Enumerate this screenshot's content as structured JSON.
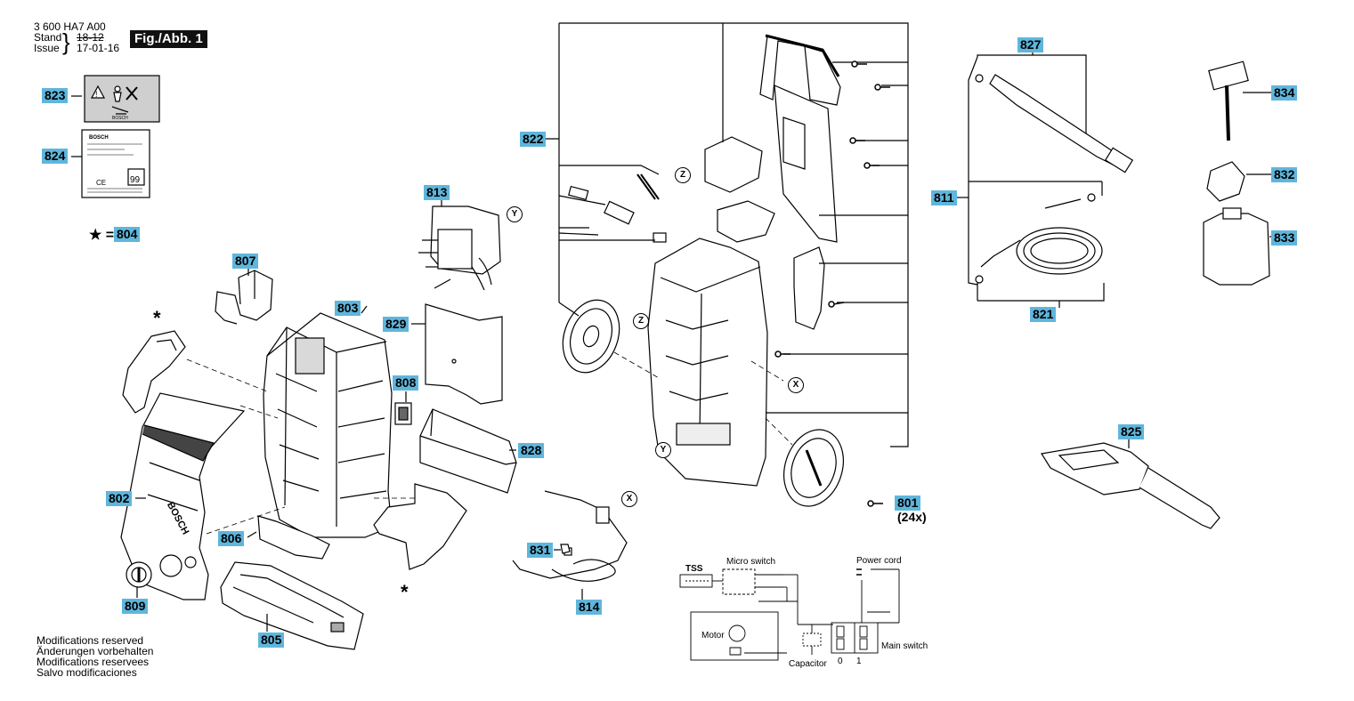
{
  "header": {
    "doc_number": "3 600 HA7 A00",
    "stand_label": "Stand",
    "stand_value": "18-12",
    "issue_label": "Issue",
    "issue_value": "17-01-16",
    "figure": "Fig./Abb. 1"
  },
  "star_note": {
    "symbol": "★ =",
    "value": "804"
  },
  "parts": {
    "p801": "801",
    "p801_qty": "(24x)",
    "p802": "802",
    "p803": "803",
    "p805": "805",
    "p806": "806",
    "p807": "807",
    "p808": "808",
    "p809": "809",
    "p811": "811",
    "p813": "813",
    "p814": "814",
    "p821": "821",
    "p822": "822",
    "p823": "823",
    "p824": "824",
    "p825": "825",
    "p827": "827",
    "p828": "828",
    "p829": "829",
    "p831": "831",
    "p832": "832",
    "p833": "833",
    "p834": "834"
  },
  "refs": {
    "x": "X",
    "y": "Y",
    "z": "Z"
  },
  "wiring": {
    "tss": "TSS",
    "micro_switch": "Micro switch",
    "power_cord": "Power cord",
    "motor": "Motor",
    "capacitor": "Capacitor",
    "main_switch": "Main switch",
    "pos0": "0",
    "pos1": "1"
  },
  "footer": {
    "line1": "Modifications reserved",
    "line2": "Änderungen vorbehalten",
    "line3": "Modifications reservees",
    "line4": "Salvo modificaciones"
  },
  "label_823": {
    "brand": "BOSCH"
  },
  "label_824": {
    "brand": "BOSCH",
    "marks": "CE",
    "number": "99"
  },
  "colors": {
    "label_bg": "#5fb6dc",
    "line": "#000000",
    "part_fill": "#ffffff",
    "part_shade": "#d9d9d9"
  }
}
